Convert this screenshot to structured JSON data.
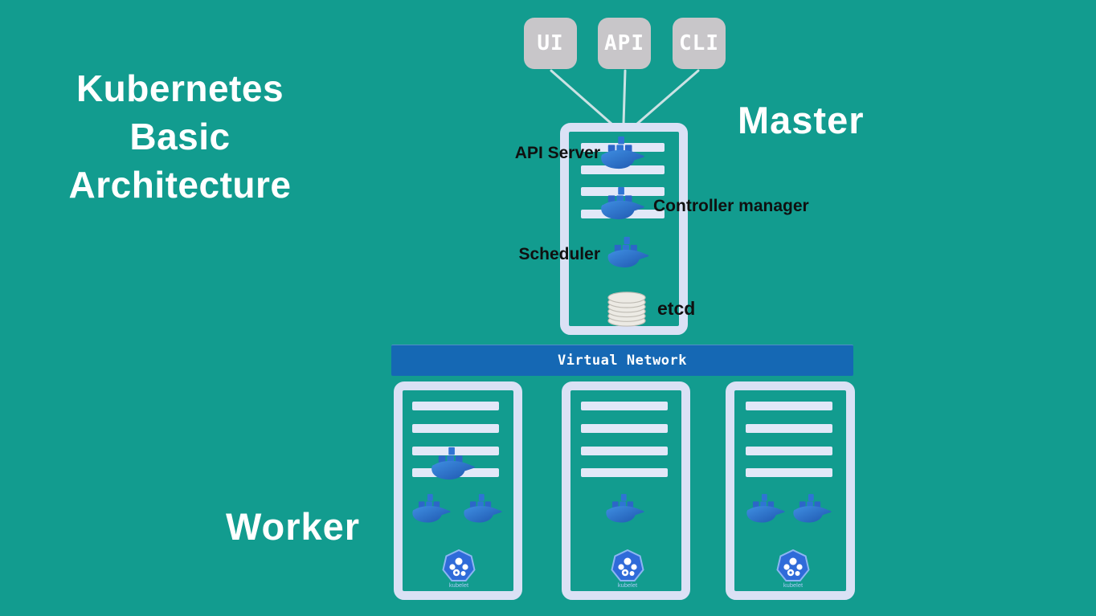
{
  "title": {
    "line1": "Kubernetes",
    "line2": "Basic",
    "line3": "Architecture"
  },
  "clients": {
    "ui": "UI",
    "api": "API",
    "cli": "CLI"
  },
  "master": {
    "label": "Master",
    "api_server": "API Server",
    "controller_manager": "Controller manager",
    "scheduler": "Scheduler",
    "etcd": "etcd"
  },
  "network": {
    "label": "Virtual Network"
  },
  "worker": {
    "label": "Worker",
    "kubelet": "kubelet"
  },
  "colors": {
    "background": "#129C8F",
    "node_border": "#DAE1F5",
    "server_bar": "#E2E8F8",
    "client_box": "#C8C6C9",
    "network_bar": "#1568B4",
    "docker_blue": "#2E78D2",
    "kubelet_badge": "#2F6BD9",
    "label_text": "#101010",
    "title_text": "#FFFFFF"
  }
}
